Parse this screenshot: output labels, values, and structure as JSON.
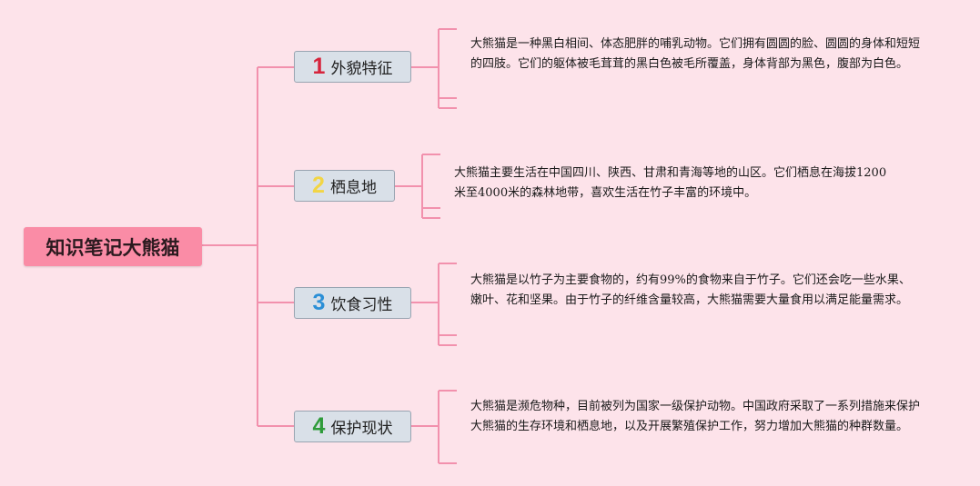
{
  "root": {
    "title": "知识笔记大熊猫"
  },
  "topics": [
    {
      "number": "1",
      "number_color": "#d6243c",
      "label": "外貌特征",
      "description": "大熊猫是一种黑白相间、体态肥胖的哺乳动物。它们拥有圆圆的脸、圆圆的身体和短短的四肢。它们的躯体被毛茸茸的黑白色被毛所覆盖，身体背部为黑色，腹部为白色。"
    },
    {
      "number": "2",
      "number_color": "#f2d545",
      "label": "栖息地",
      "description": "大熊猫主要生活在中国四川、陕西、甘肃和青海等地的山区。它们栖息在海拔1200米至4000米的森林地带，喜欢生活在竹子丰富的环境中。"
    },
    {
      "number": "3",
      "number_color": "#2b8fd6",
      "label": "饮食习性",
      "description": "大熊猫是以竹子为主要食物的，约有99%的食物来自于竹子。它们还会吃一些水果、嫩叶、花和坚果。由于竹子的纤维含量较高，大熊猫需要大量食用以满足能量需求。"
    },
    {
      "number": "4",
      "number_color": "#2e9b3a",
      "label": "保护现状",
      "description": "大熊猫是濒危物种，目前被列为国家一级保护动物。中国政府采取了一系列措施来保护大熊猫的生存环境和栖息地，以及开展繁殖保护工作，努力增加大熊猫的种群数量。"
    }
  ],
  "colors": {
    "background": "#fde3ea",
    "connector": "#f291ad",
    "root_fill": "#fa8ca6",
    "topic_fill": "#d9e0e8"
  }
}
